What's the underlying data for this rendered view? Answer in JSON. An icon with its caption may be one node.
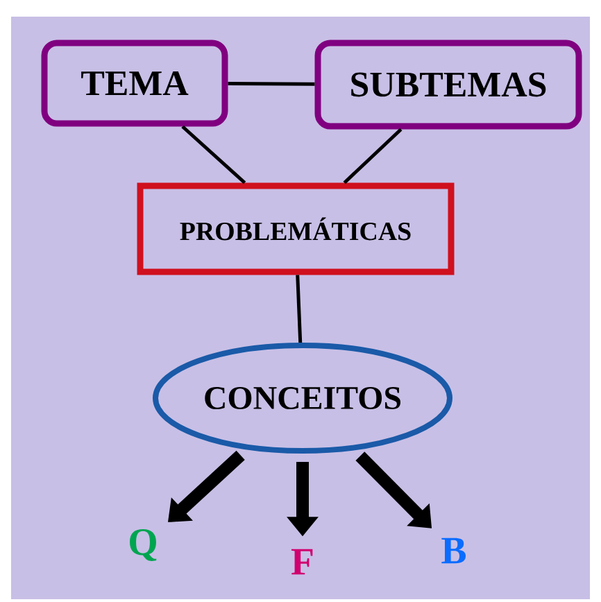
{
  "diagram": {
    "nodes": [
      {
        "text": [
          "TEMA"
        ]
      },
      {
        "text": [
          "SUBTEMAS"
        ]
      },
      {
        "text": [
          "PROBLEMÁTICAS"
        ]
      },
      {
        "text": [
          "CONCEITOS"
        ]
      },
      {
        "text": [
          "Q"
        ]
      },
      {
        "text": [
          "F"
        ]
      },
      {
        "text": [
          "B"
        ]
      }
    ],
    "edges": [
      {
        "from": 0,
        "to": 1,
        "arrow": "none"
      },
      {
        "from": 0,
        "to": 2,
        "arrow": "none"
      },
      {
        "from": 1,
        "to": 2,
        "arrow": "none"
      },
      {
        "from": 2,
        "to": 3,
        "arrow": "none"
      },
      {
        "from": 3,
        "to": 4,
        "arrow": "to",
        "style": "thick"
      },
      {
        "from": 3,
        "to": 5,
        "arrow": "to",
        "style": "thick"
      },
      {
        "from": 3,
        "to": 6,
        "arrow": "to",
        "style": "thick"
      }
    ]
  }
}
